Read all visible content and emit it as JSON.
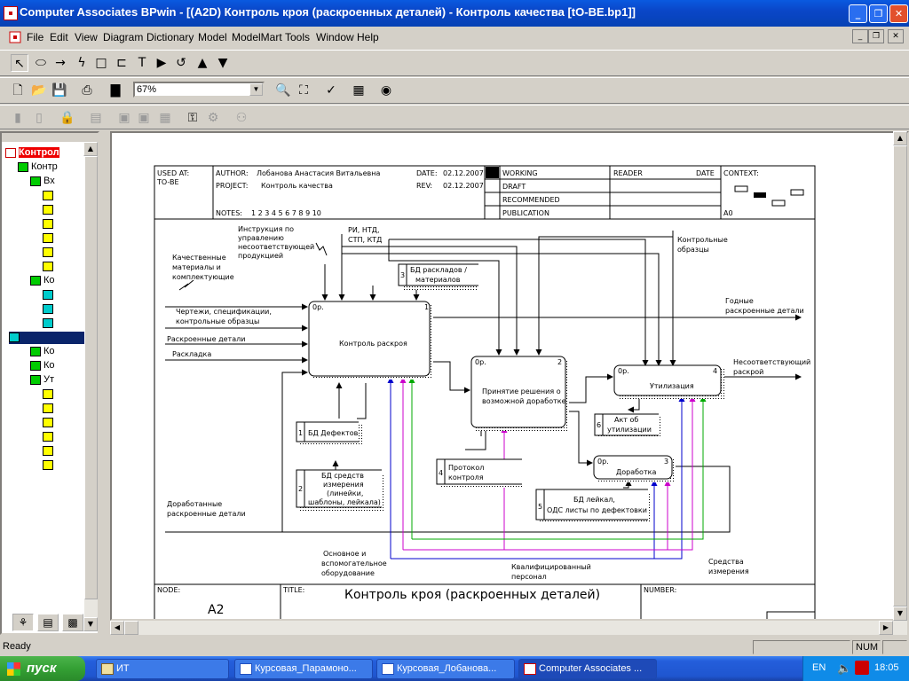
{
  "window": {
    "title": "Computer Associates BPwin - [(A2D) Контроль кроя  (раскроенных деталей) - Контроль качества  [tO-BE.bp1]]",
    "caption_buttons": [
      "_",
      "❐",
      "✕"
    ],
    "mdi_buttons": [
      "_",
      "❐",
      "✕"
    ]
  },
  "menu": [
    "File",
    "Edit",
    "View",
    "Diagram",
    "Dictionary",
    "Model",
    "ModelMart",
    "Tools",
    "Window",
    "Help"
  ],
  "toolbar": {
    "zoom_value": "67%"
  },
  "tree": {
    "nodes": [
      {
        "label": "Контрол",
        "level": 0,
        "color": "root",
        "selected": false
      },
      {
        "label": "Контр",
        "level": 1,
        "color": "g",
        "selected": false
      },
      {
        "label": "Вх",
        "level": 2,
        "color": "g",
        "selected": false
      },
      {
        "label": "",
        "level": 3,
        "color": "y",
        "selected": false
      },
      {
        "label": "",
        "level": 3,
        "color": "y",
        "selected": false
      },
      {
        "label": "",
        "level": 3,
        "color": "y",
        "selected": false
      },
      {
        "label": "",
        "level": 3,
        "color": "y",
        "selected": false
      },
      {
        "label": "",
        "level": 3,
        "color": "y",
        "selected": false
      },
      {
        "label": "",
        "level": 3,
        "color": "y",
        "selected": false
      },
      {
        "label": "Ко",
        "level": 2,
        "color": "g",
        "selected": false
      },
      {
        "label": "",
        "level": 3,
        "color": "c",
        "selected": false
      },
      {
        "label": "",
        "level": 3,
        "color": "c",
        "selected": false
      },
      {
        "label": "",
        "level": 3,
        "color": "c",
        "selected": false
      },
      {
        "label": "",
        "level": 3,
        "color": "c",
        "selected": true
      },
      {
        "label": "Ко",
        "level": 2,
        "color": "g",
        "selected": false
      },
      {
        "label": "Ко",
        "level": 2,
        "color": "g",
        "selected": false
      },
      {
        "label": "Ут",
        "level": 2,
        "color": "g",
        "selected": false
      },
      {
        "label": "",
        "level": 3,
        "color": "y",
        "selected": false
      },
      {
        "label": "",
        "level": 3,
        "color": "y",
        "selected": false
      },
      {
        "label": "",
        "level": 3,
        "color": "y",
        "selected": false
      },
      {
        "label": "",
        "level": 3,
        "color": "y",
        "selected": false
      },
      {
        "label": "",
        "level": 3,
        "color": "y",
        "selected": false
      },
      {
        "label": "",
        "level": 3,
        "color": "y",
        "selected": false
      }
    ]
  },
  "diagram": {
    "header": {
      "used_at_label": "USED AT:",
      "used_at_value": "TO-BE",
      "author_label": "AUTHOR:",
      "author_value": "Лобанова Анастасия  Витальевна",
      "project_label": "PROJECT:",
      "project_value": "Контроль качества",
      "date_label": "DATE:",
      "date_value": "02.12.2007",
      "rev_label": "REV:",
      "rev_value": "02.12.2007",
      "notes_label": "NOTES:",
      "notes_value": "1  2  3  4  5  6  7  8  9  10",
      "status": [
        "WORKING",
        "DRAFT",
        "RECOMMENDED",
        "PUBLICATION"
      ],
      "reader_label": "READER",
      "reader_date_label": "DATE",
      "context_label": "CONTEXT:",
      "context_node": "A0"
    },
    "footer": {
      "node_label": "NODE:",
      "node_value": "A2",
      "title_label": "TITLE:",
      "title_value": "Контроль кроя  (раскроенных деталей)",
      "number_label": "NUMBER:"
    },
    "activities": [
      {
        "name": "Контроль раскроя",
        "number": "1",
        "cost": "0р."
      },
      {
        "name": "Принятие решения о возможной доработке",
        "number": "2",
        "cost": "0р."
      },
      {
        "name": "Утилизация",
        "number": "4",
        "cost": "0р."
      },
      {
        "name": "Доработка",
        "number": "3",
        "cost": "0р."
      }
    ],
    "datastores": [
      {
        "num": "3",
        "label": "БД раскладов / материалов"
      },
      {
        "num": "1",
        "label": "БД Дефектов"
      },
      {
        "num": "2",
        "label": "БД средств измерения (линейки, шаблоны, лейкала)"
      },
      {
        "num": "4",
        "label": "Протокол контроля"
      },
      {
        "num": "6",
        "label": "Акт об утилизации"
      },
      {
        "num": "5",
        "label": "БД лейкал, ОДС листы по дефектовки"
      }
    ],
    "arrow_labels": {
      "instruction": "Инструкция по управлению несоответствующей продукцией",
      "ri": "РИ, НТД, СТП, КТД",
      "control_samples": "Контрольные образцы",
      "quality_materials": "Качественные материалы и комплектующие",
      "drawings": "Чертежи, спецификации, контрольные образцы",
      "cut_parts": "Раскроенные детали",
      "layout": "Раскладка",
      "good_parts": "Годные раскроенные детали",
      "nonconforming": "Несоответствующий раскрой",
      "reworked": "Доработанные раскроенные детали",
      "equipment": "Основное и вспомогательное оборудование",
      "staff": "Квалифицированный персонал",
      "measuring": "Средства измерения"
    }
  },
  "status": {
    "text": "Ready",
    "num": "NUM"
  },
  "taskbar": {
    "start": "пуск",
    "tasks": [
      "ИТ",
      "Курсовая_Парамоно...",
      "Курсовая_Лобанова...",
      "Computer Associates ..."
    ],
    "lang": "EN",
    "clock": "18:05"
  }
}
